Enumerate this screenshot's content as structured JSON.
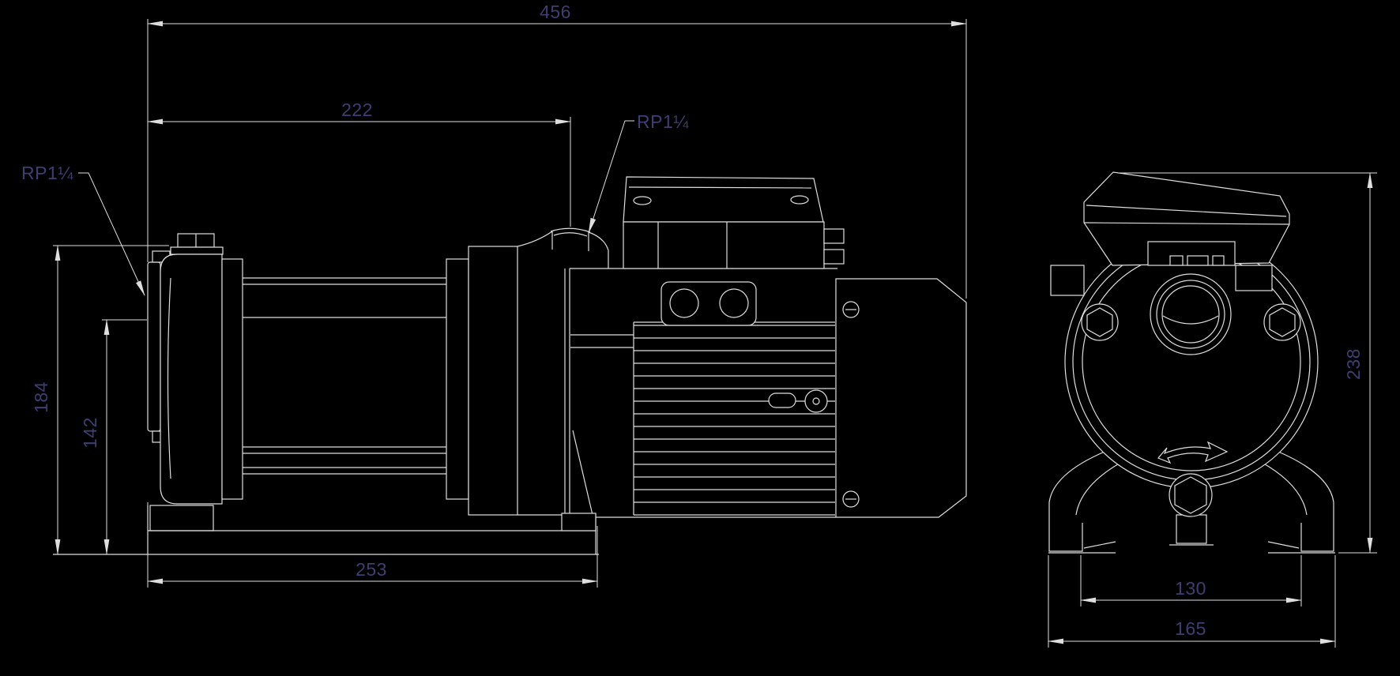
{
  "drawing": {
    "title": "Pump outline dimension drawing",
    "colors": {
      "background": "#000000",
      "line": "#dedede",
      "dimension_text": "#3e3e72"
    },
    "views": {
      "front": {
        "labels": {
          "overall_length": "456",
          "inlet_to_outlet": "222",
          "outlet_port": "RP1¼",
          "inlet_port": "RP1¼",
          "overall_height": "184",
          "inlet_height": "142",
          "base_length": "253"
        }
      },
      "end": {
        "labels": {
          "overall_height": "238",
          "foot_spacing": "130",
          "base_width": "165"
        }
      }
    }
  }
}
